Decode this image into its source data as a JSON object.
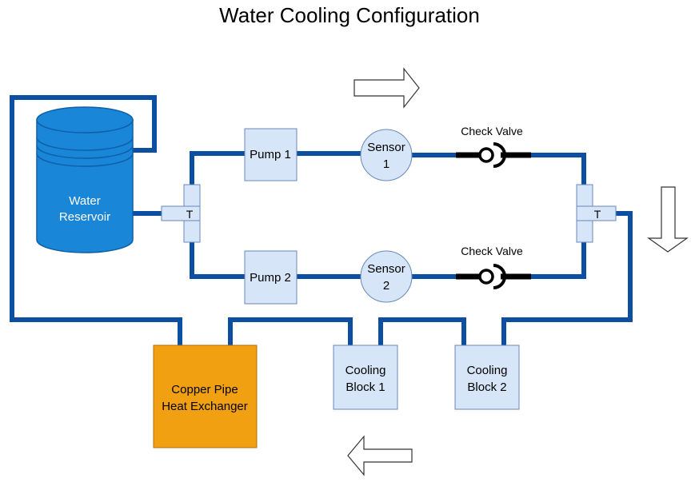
{
  "title": "Water Cooling Configuration",
  "colors": {
    "pipe": "#0b4ea2",
    "component_fill": "#d6e5f7",
    "component_stroke": "#6a88b8",
    "reservoir_fill": "#1a86d8",
    "reservoir_stroke": "#0e5fa8",
    "heat_exchanger_fill": "#f0a010",
    "valve_pipe": "#000000"
  },
  "components": {
    "reservoir": {
      "line1": "Water",
      "line2": "Reservoir"
    },
    "tee_left": {
      "label": "T"
    },
    "tee_right": {
      "label": "T"
    },
    "pump1": {
      "label": "Pump 1"
    },
    "pump2": {
      "label": "Pump 2"
    },
    "sensor1": {
      "line1": "Sensor",
      "line2": "1"
    },
    "sensor2": {
      "line1": "Sensor",
      "line2": "2"
    },
    "check_valve_top": {
      "label": "Check Valve"
    },
    "check_valve_bottom": {
      "label": "Check Valve"
    },
    "heat_exchanger": {
      "line1": "Copper Pipe",
      "line2": "Heat Exchanger"
    },
    "cooling_block1": {
      "line1": "Cooling",
      "line2": "Block 1"
    },
    "cooling_block2": {
      "line1": "Cooling",
      "line2": "Block 2"
    }
  },
  "flow_arrows": [
    {
      "name": "flow-arrow-right",
      "direction": "right"
    },
    {
      "name": "flow-arrow-down",
      "direction": "down"
    },
    {
      "name": "flow-arrow-left",
      "direction": "left"
    }
  ]
}
